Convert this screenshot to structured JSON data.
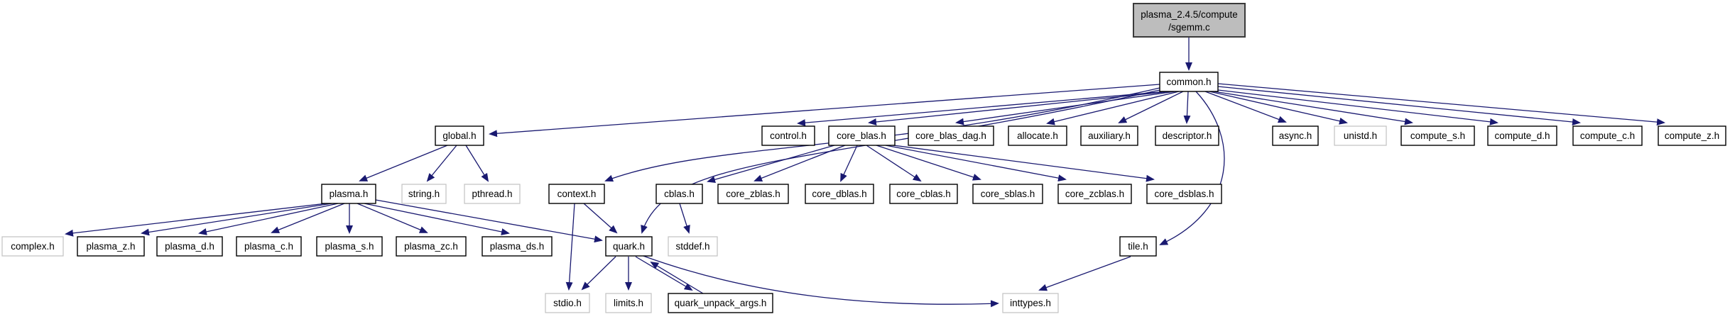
{
  "diagram": {
    "type": "include-dependency-graph",
    "colors": {
      "edge": "#191970",
      "root_fill": "#bdbdbd",
      "project_border": "#000000",
      "system_border": "#c2c2c2",
      "node_fill": "#ffffff",
      "text": "#000000",
      "background": "#ffffff"
    },
    "root": {
      "line1": "plasma_2.4.5/compute",
      "line2": "/sgemm.c"
    },
    "nodes": {
      "common": {
        "label": "common.h"
      },
      "global": {
        "label": "global.h"
      },
      "control": {
        "label": "control.h"
      },
      "core_blas": {
        "label": "core_blas.h"
      },
      "core_blas_dag": {
        "label": "core_blas_dag.h"
      },
      "allocate": {
        "label": "allocate.h"
      },
      "auxiliary": {
        "label": "auxiliary.h"
      },
      "descriptor": {
        "label": "descriptor.h"
      },
      "async": {
        "label": "async.h"
      },
      "unistd": {
        "label": "unistd.h"
      },
      "compute_s": {
        "label": "compute_s.h"
      },
      "compute_d": {
        "label": "compute_d.h"
      },
      "compute_c": {
        "label": "compute_c.h"
      },
      "compute_z": {
        "label": "compute_z.h"
      },
      "plasma": {
        "label": "plasma.h"
      },
      "string": {
        "label": "string.h"
      },
      "pthread": {
        "label": "pthread.h"
      },
      "context": {
        "label": "context.h"
      },
      "cblas": {
        "label": "cblas.h"
      },
      "core_zblas": {
        "label": "core_zblas.h"
      },
      "core_dblas": {
        "label": "core_dblas.h"
      },
      "core_cblas": {
        "label": "core_cblas.h"
      },
      "core_sblas": {
        "label": "core_sblas.h"
      },
      "core_zcblas": {
        "label": "core_zcblas.h"
      },
      "core_dsblas": {
        "label": "core_dsblas.h"
      },
      "complex": {
        "label": "complex.h"
      },
      "plasma_z": {
        "label": "plasma_z.h"
      },
      "plasma_d": {
        "label": "plasma_d.h"
      },
      "plasma_c": {
        "label": "plasma_c.h"
      },
      "plasma_s": {
        "label": "plasma_s.h"
      },
      "plasma_zc": {
        "label": "plasma_zc.h"
      },
      "plasma_ds": {
        "label": "plasma_ds.h"
      },
      "quark": {
        "label": "quark.h"
      },
      "stddef": {
        "label": "stddef.h"
      },
      "tile": {
        "label": "tile.h"
      },
      "stdio": {
        "label": "stdio.h"
      },
      "limits": {
        "label": "limits.h"
      },
      "quark_unpack_args": {
        "label": "quark_unpack_args.h"
      },
      "inttypes": {
        "label": "inttypes.h"
      }
    },
    "edges": [
      {
        "from": "sgemm.c",
        "to": "common.h"
      },
      {
        "from": "common.h",
        "to": "global.h"
      },
      {
        "from": "common.h",
        "to": "control.h"
      },
      {
        "from": "common.h",
        "to": "core_blas.h"
      },
      {
        "from": "common.h",
        "to": "core_blas_dag.h"
      },
      {
        "from": "common.h",
        "to": "allocate.h"
      },
      {
        "from": "common.h",
        "to": "auxiliary.h"
      },
      {
        "from": "common.h",
        "to": "descriptor.h"
      },
      {
        "from": "common.h",
        "to": "async.h"
      },
      {
        "from": "common.h",
        "to": "unistd.h"
      },
      {
        "from": "common.h",
        "to": "compute_s.h"
      },
      {
        "from": "common.h",
        "to": "compute_d.h"
      },
      {
        "from": "common.h",
        "to": "compute_c.h"
      },
      {
        "from": "common.h",
        "to": "compute_z.h"
      },
      {
        "from": "common.h",
        "to": "context.h"
      },
      {
        "from": "common.h",
        "to": "quark.h"
      },
      {
        "from": "common.h",
        "to": "tile.h"
      },
      {
        "from": "global.h",
        "to": "plasma.h"
      },
      {
        "from": "global.h",
        "to": "string.h"
      },
      {
        "from": "global.h",
        "to": "pthread.h"
      },
      {
        "from": "plasma.h",
        "to": "complex.h"
      },
      {
        "from": "plasma.h",
        "to": "plasma_z.h"
      },
      {
        "from": "plasma.h",
        "to": "plasma_d.h"
      },
      {
        "from": "plasma.h",
        "to": "plasma_c.h"
      },
      {
        "from": "plasma.h",
        "to": "plasma_s.h"
      },
      {
        "from": "plasma.h",
        "to": "plasma_zc.h"
      },
      {
        "from": "plasma.h",
        "to": "plasma_ds.h"
      },
      {
        "from": "plasma.h",
        "to": "quark.h"
      },
      {
        "from": "context.h",
        "to": "stdio.h"
      },
      {
        "from": "context.h",
        "to": "quark.h"
      },
      {
        "from": "cblas.h",
        "to": "stddef.h"
      },
      {
        "from": "core_blas.h",
        "to": "cblas.h"
      },
      {
        "from": "core_blas.h",
        "to": "core_zblas.h"
      },
      {
        "from": "core_blas.h",
        "to": "core_dblas.h"
      },
      {
        "from": "core_blas.h",
        "to": "core_cblas.h"
      },
      {
        "from": "core_blas.h",
        "to": "core_sblas.h"
      },
      {
        "from": "core_blas.h",
        "to": "core_zcblas.h"
      },
      {
        "from": "core_blas.h",
        "to": "core_dsblas.h"
      },
      {
        "from": "quark.h",
        "to": "stdio.h"
      },
      {
        "from": "quark.h",
        "to": "limits.h"
      },
      {
        "from": "quark.h",
        "to": "quark_unpack_args.h"
      },
      {
        "from": "quark.h",
        "to": "inttypes.h"
      },
      {
        "from": "quark_unpack_args.h",
        "to": "quark.h"
      },
      {
        "from": "tile.h",
        "to": "inttypes.h"
      }
    ]
  }
}
